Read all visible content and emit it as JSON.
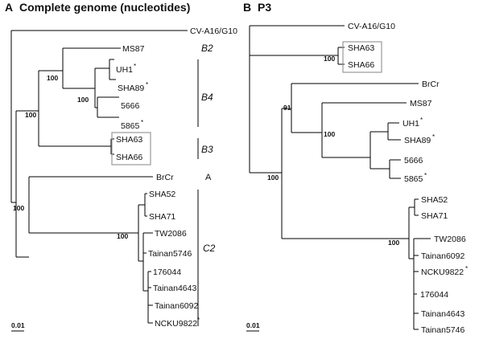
{
  "panel_a": {
    "letter": "A",
    "title": "Complete genome (nucleotides)",
    "scale_label": "0.01",
    "taxa": {
      "cv": "CV-A16/G10",
      "ms87": "MS87",
      "uh1": "UH1",
      "sha89": "SHA89",
      "t5666": "5666",
      "t5865": "5865",
      "sha63": "SHA63",
      "sha66": "SHA66",
      "brcr": "BrCr",
      "sha52": "SHA52",
      "sha71": "SHA71",
      "tw2086": "TW2086",
      "tainan5746": "Tainan5746",
      "t176044": "176044",
      "tainan4643": "Tainan4643",
      "tainan6092": "Tainan6092",
      "ncku9822": "NCKU9822"
    },
    "bootstrap": {
      "b4": "100",
      "b4sub": "100",
      "bclade": "100",
      "root": "100",
      "c2": "100"
    },
    "clades": {
      "b2": "B2",
      "b4": "B4",
      "b3": "B3",
      "a": "A",
      "c2": "C2"
    }
  },
  "panel_b": {
    "letter": "B",
    "title": "P3",
    "scale_label": "0.01",
    "taxa": {
      "cv": "CV-A16/G10",
      "sha63": "SHA63",
      "sha66": "SHA66",
      "brcr": "BrCr",
      "ms87": "MS87",
      "uh1": "UH1",
      "sha89": "SHA89",
      "t5666": "5666",
      "t5865": "5865",
      "sha52": "SHA52",
      "sha71": "SHA71",
      "tw2086": "TW2086",
      "tainan6092": "Tainan6092",
      "ncku9822": "NCKU9822",
      "t176044": "176044",
      "tainan4643": "Tainan4643",
      "tainan5746": "Tainan5746"
    },
    "bootstrap": {
      "sha_pair": "100",
      "n91": "91",
      "b4": "100",
      "root": "100",
      "c2": "100"
    }
  },
  "marks": {
    "asterisk": "*"
  }
}
